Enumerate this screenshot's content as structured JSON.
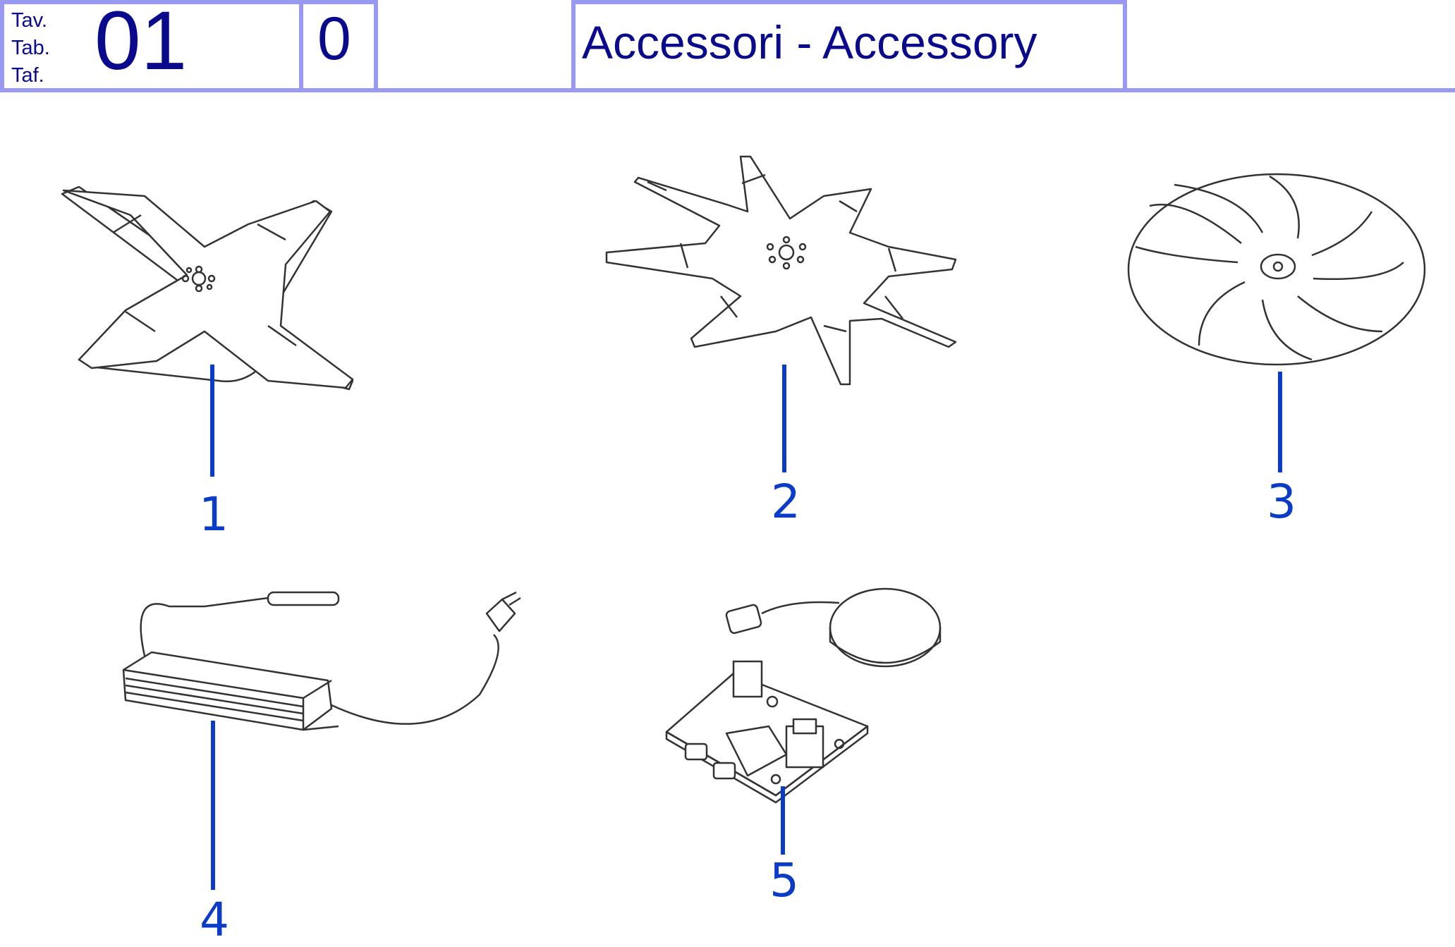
{
  "header": {
    "table_labels": [
      "Tav.",
      "Tab.",
      "Taf."
    ],
    "table_number": "01",
    "variant": "0",
    "title": "Accessori - Accessory"
  },
  "parts": [
    {
      "id": "1",
      "icon": "four-arm-blade-icon"
    },
    {
      "id": "2",
      "icon": "eight-point-star-blade-icon"
    },
    {
      "id": "3",
      "icon": "spiral-disc-blade-icon"
    },
    {
      "id": "4",
      "icon": "power-supply-icon"
    },
    {
      "id": "5",
      "icon": "circuit-board-sensor-icon"
    }
  ],
  "colors": {
    "header_border": "#9999f2",
    "header_text": "#0a0a8c",
    "callout": "#0a3cc8",
    "drawing": "#333333"
  }
}
